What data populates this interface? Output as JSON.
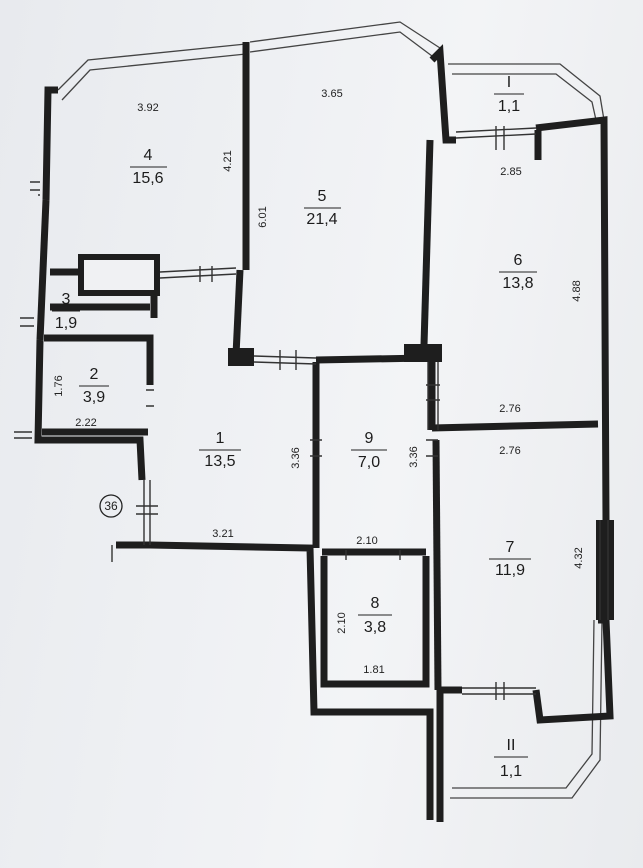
{
  "rooms": [
    {
      "number": "4",
      "area": "15,6"
    },
    {
      "number": "5",
      "area": "21,4"
    },
    {
      "number": "6",
      "area": "13,8"
    },
    {
      "number": "3",
      "area": "1,9"
    },
    {
      "number": "2",
      "area": "3,9"
    },
    {
      "number": "1",
      "area": "13,5"
    },
    {
      "number": "9",
      "area": "7,0"
    },
    {
      "number": "7",
      "area": "11,9"
    },
    {
      "number": "8",
      "area": "3,8"
    }
  ],
  "balconies": [
    {
      "number": "I",
      "area": "1,1"
    },
    {
      "number": "II",
      "area": "1,1"
    }
  ],
  "dimensions": {
    "r4_width": "3.92",
    "r4_height": "4.21",
    "r5_width": "3.65",
    "r5_height": "6.01",
    "r6_width": "2.85",
    "r6_height": "4.88",
    "r6_bottom": "2.76",
    "r7_top": "2.76",
    "r7_height": "4.32",
    "r2_height": "1.76",
    "r2_width": "2.22",
    "r1_width": "3.21",
    "r1_height": "3.36",
    "r9_height": "3.36",
    "r9_width": "2.10",
    "r8_height": "2.10",
    "r8_width": "1.81"
  },
  "apartment_number": "36"
}
